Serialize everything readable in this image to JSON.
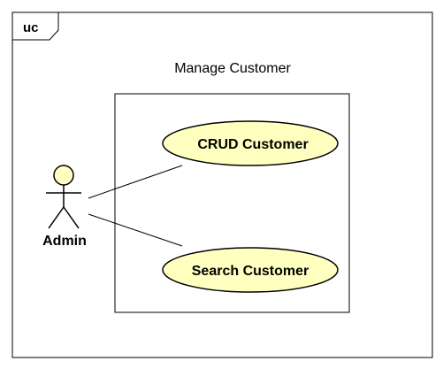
{
  "diagram": {
    "frame_tag": "uc",
    "system_title": "Manage Customer",
    "actor": {
      "name": "Admin"
    },
    "use_cases": [
      {
        "label": "CRUD Customer"
      },
      {
        "label": "Search Customer"
      }
    ],
    "colors": {
      "use_case_fill": "#ffffc0",
      "actor_fill": "#ffffc0",
      "stroke": "#000000",
      "background": "#ffffff"
    }
  }
}
